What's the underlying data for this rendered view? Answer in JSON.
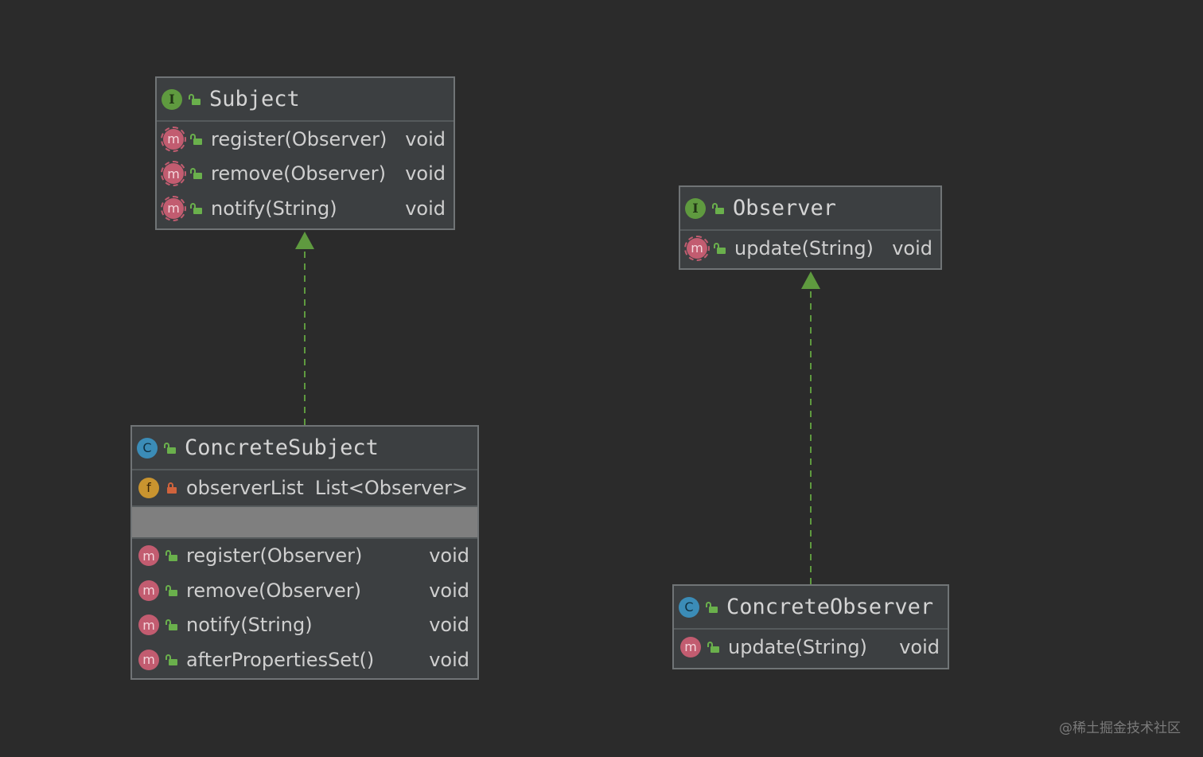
{
  "colors": {
    "background": "#2b2b2b",
    "box_fill": "#3c3f41",
    "box_border": "#707476",
    "edge": "#5f9a3f",
    "interface_icon": "#5f9a3f",
    "class_icon": "#3b8cb7",
    "method_icon": "#c25c70",
    "field_icon": "#c9942f"
  },
  "nodes": {
    "subject": {
      "title": "Subject",
      "kind_letter": "I",
      "kind_icon": "interface-icon",
      "methods": [
        {
          "name": "register(Observer)",
          "type": "void",
          "icon": "abstract-method-icon",
          "letter": "m"
        },
        {
          "name": "remove(Observer)",
          "type": "void",
          "icon": "abstract-method-icon",
          "letter": "m"
        },
        {
          "name": "notify(String)",
          "type": "void",
          "icon": "abstract-method-icon",
          "letter": "m"
        }
      ]
    },
    "observer": {
      "title": "Observer",
      "kind_letter": "I",
      "kind_icon": "interface-icon",
      "methods": [
        {
          "name": "update(String)",
          "type": "void",
          "icon": "abstract-method-icon",
          "letter": "m"
        }
      ]
    },
    "concrete_subject": {
      "title": "ConcreteSubject",
      "kind_letter": "C",
      "kind_icon": "class-icon",
      "fields": [
        {
          "name": "observerList",
          "type": "List<Observer>",
          "icon": "field-icon",
          "letter": "f"
        }
      ],
      "methods": [
        {
          "name": "register(Observer)",
          "type": "void",
          "icon": "method-icon",
          "letter": "m"
        },
        {
          "name": "remove(Observer)",
          "type": "void",
          "icon": "method-icon",
          "letter": "m"
        },
        {
          "name": "notify(String)",
          "type": "void",
          "icon": "method-icon",
          "letter": "m"
        },
        {
          "name": "afterPropertiesSet()",
          "type": "void",
          "icon": "method-icon",
          "letter": "m"
        }
      ]
    },
    "concrete_observer": {
      "title": "ConcreteObserver",
      "kind_letter": "C",
      "kind_icon": "class-icon",
      "methods": [
        {
          "name": "update(String)",
          "type": "void",
          "icon": "method-icon",
          "letter": "m"
        }
      ]
    }
  },
  "edges": [
    {
      "from": "ConcreteSubject",
      "to": "Subject",
      "style": "dashed",
      "arrow": "hollow-triangle"
    },
    {
      "from": "ConcreteObserver",
      "to": "Observer",
      "style": "dashed",
      "arrow": "hollow-triangle"
    }
  ],
  "watermark": "@稀土掘金技术社区"
}
